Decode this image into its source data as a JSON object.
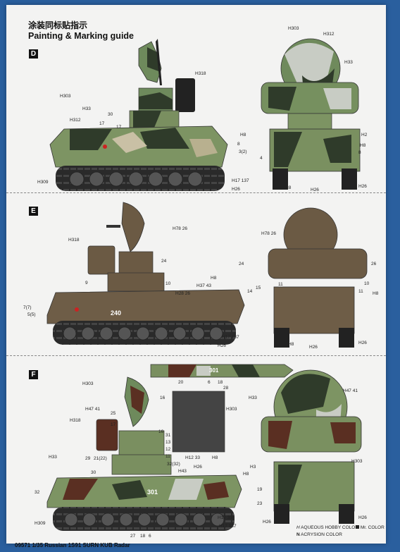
{
  "header": {
    "title_zh": "涂装同标贴指示",
    "title_en": "Painting & Marking guide"
  },
  "sections": [
    {
      "label": "D"
    },
    {
      "label": "E"
    },
    {
      "label": "F"
    }
  ],
  "callouts": {
    "d": [
      {
        "text": "H303"
      },
      {
        "text": "H312"
      },
      {
        "text": "H33"
      },
      {
        "text": "H318"
      },
      {
        "text": "H303"
      },
      {
        "text": "H33"
      },
      {
        "text": "H312"
      },
      {
        "text": "H8"
      },
      {
        "text": "H2"
      },
      {
        "text": "H8"
      },
      {
        "text": "H17 137"
      },
      {
        "text": "H26"
      },
      {
        "text": "H309"
      },
      {
        "text": "H8"
      },
      {
        "text": "H26"
      },
      {
        "text": "H26"
      }
    ],
    "e": [
      {
        "text": "H78 26"
      },
      {
        "text": "H318"
      },
      {
        "text": "H78 26"
      },
      {
        "text": "H8"
      },
      {
        "text": "H37 43"
      },
      {
        "text": "H28 26"
      },
      {
        "text": "H8"
      },
      {
        "text": "H17 137"
      },
      {
        "text": "H26"
      },
      {
        "text": "H8"
      },
      {
        "text": "H26"
      },
      {
        "text": "H26"
      }
    ],
    "f": [
      {
        "text": "H303"
      },
      {
        "text": "H47 41"
      },
      {
        "text": "H318"
      },
      {
        "text": "H303"
      },
      {
        "text": "H33"
      },
      {
        "text": "H12 33"
      },
      {
        "text": "H8"
      },
      {
        "text": "H33"
      },
      {
        "text": "H43"
      },
      {
        "text": "H26"
      },
      {
        "text": "H12 33"
      },
      {
        "text": "H309"
      },
      {
        "text": "H47 41"
      },
      {
        "text": "H303"
      },
      {
        "text": "H3"
      },
      {
        "text": "H8"
      },
      {
        "text": "H17 137"
      },
      {
        "text": "H26"
      },
      {
        "text": "H26"
      }
    ]
  },
  "numbers": {
    "d": [
      "30",
      "17",
      "17",
      "8",
      "3(2)",
      "4",
      "8"
    ],
    "e": [
      "24",
      "9",
      "10",
      "7(7)",
      "5(5)",
      "240",
      "24",
      "26",
      "15",
      "11",
      "10",
      "14",
      "11"
    ],
    "f": [
      "301",
      "20",
      "6",
      "18",
      "28",
      "16",
      "25",
      "17",
      "16",
      "31",
      "13",
      "12",
      "11",
      "29",
      "21(22)",
      "32(32)",
      "30",
      "32",
      "301",
      "27",
      "18",
      "6",
      "19",
      "23"
    ]
  },
  "legend": {
    "aqueous": "AQUEOUS HOBBY COLOR",
    "acrysion": "ACRYSION COLOR",
    "mr": "Mr. COLOR"
  },
  "footer": {
    "text": "09571  1/35 Russian 1S91 SURN KUB Radar"
  }
}
